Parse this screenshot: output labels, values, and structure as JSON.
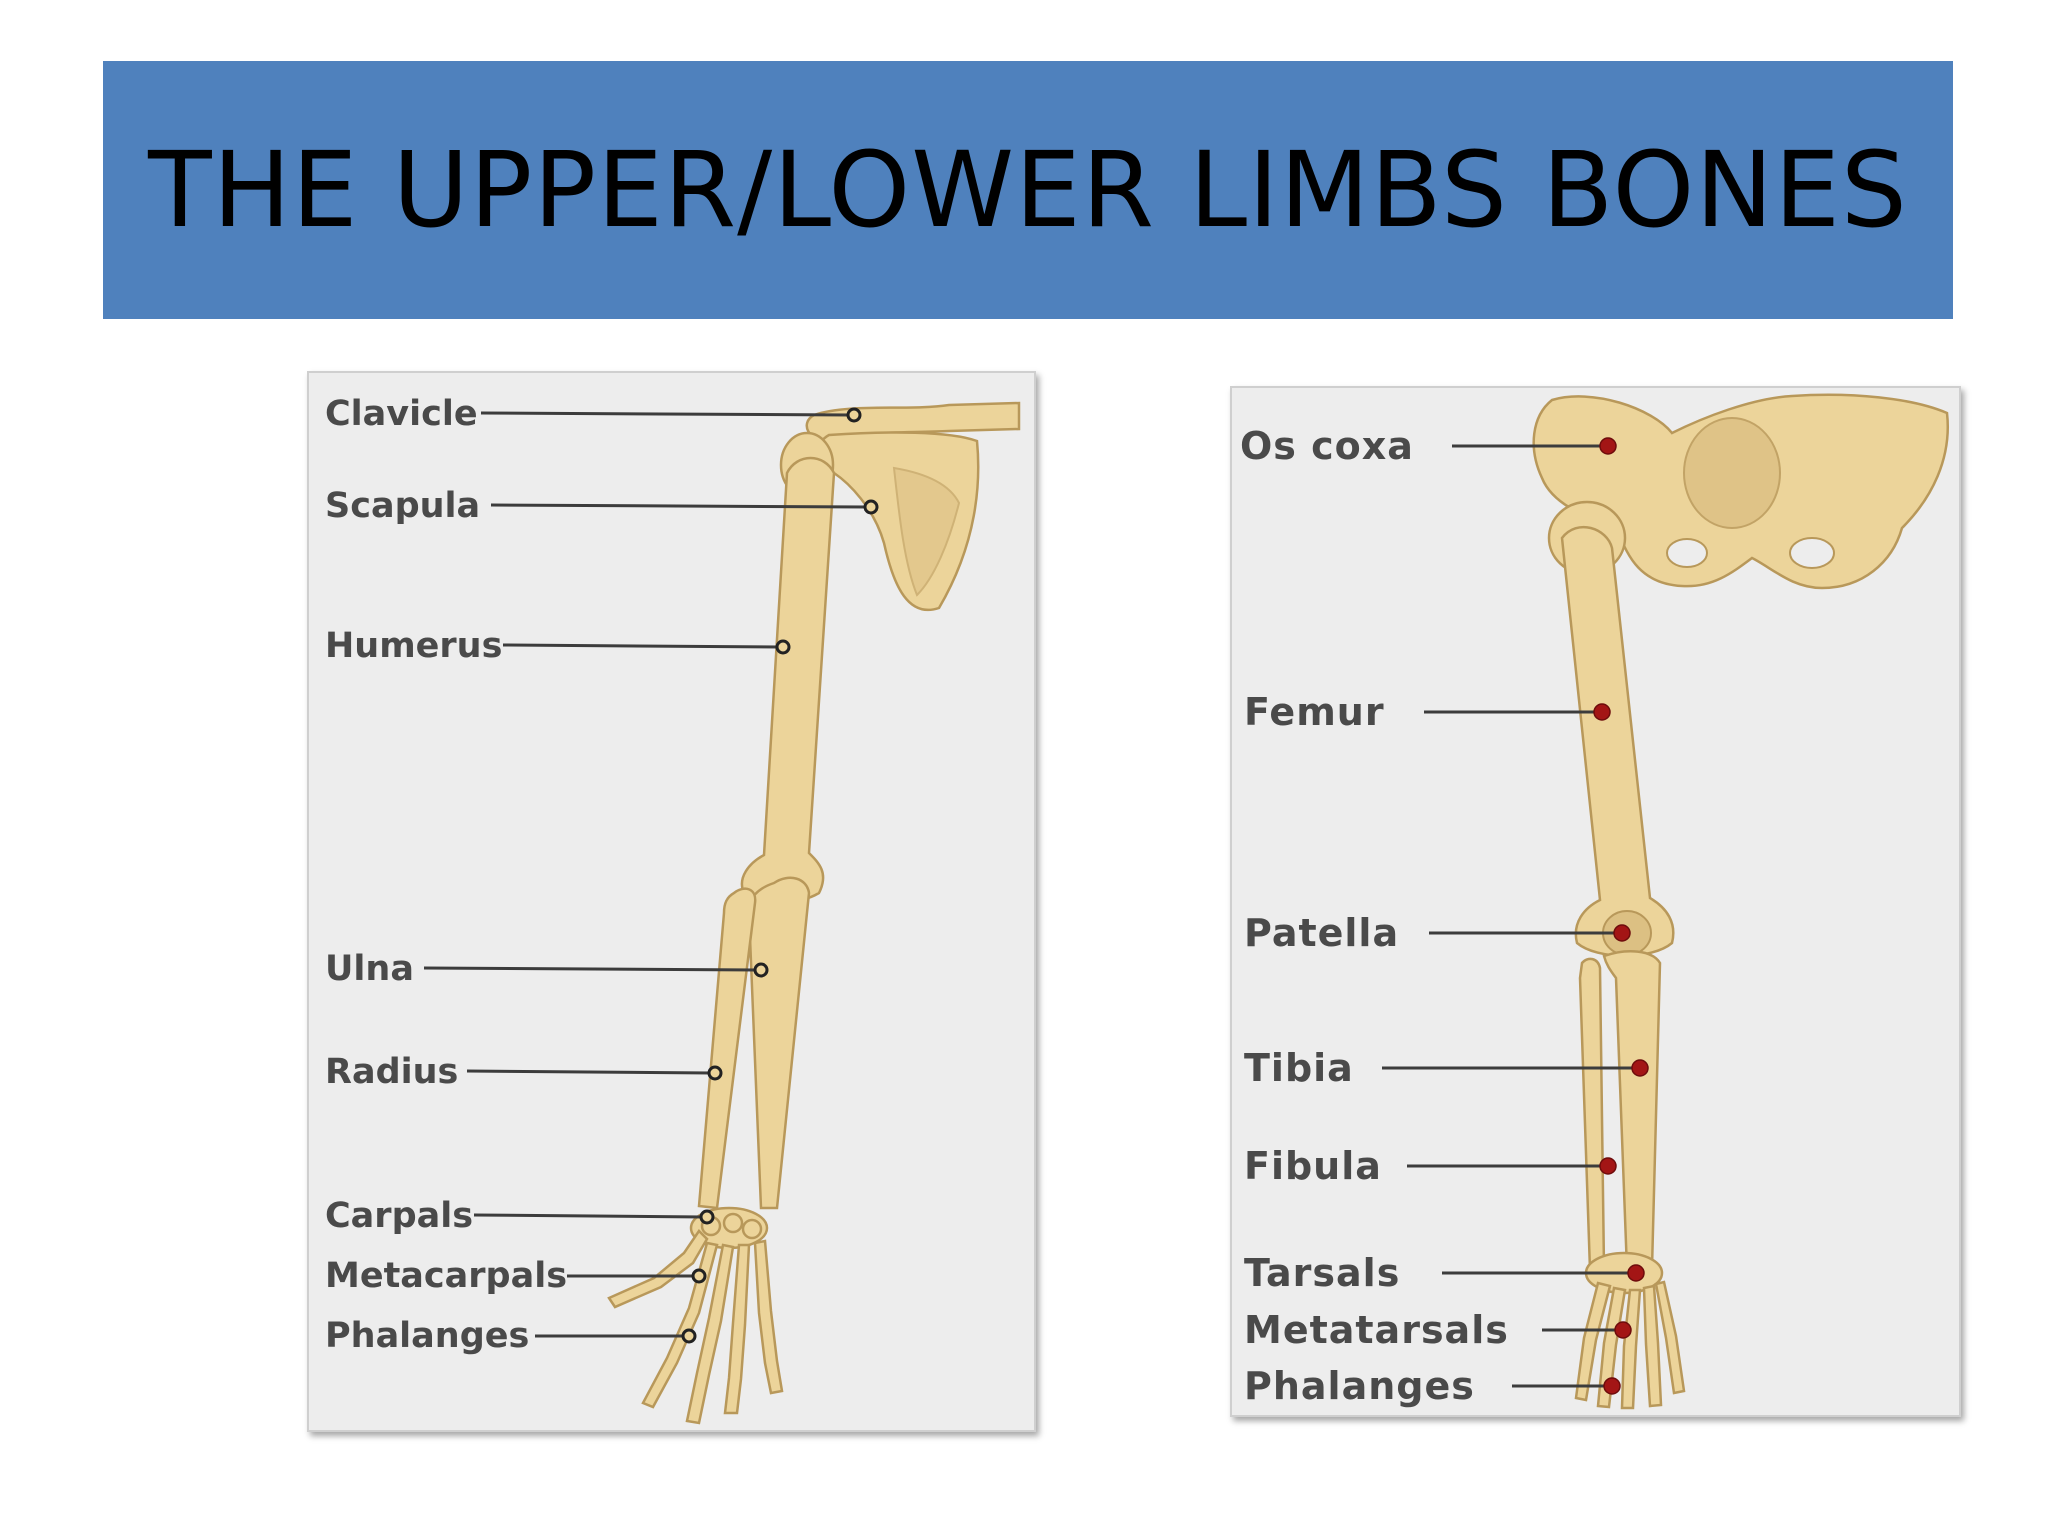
{
  "slide": {
    "title": "THE UPPER/LOWER LIMBS BONES"
  },
  "upper_limb": {
    "labels": [
      {
        "key": "clavicle",
        "text": "Clavicle"
      },
      {
        "key": "scapula",
        "text": "Scapula"
      },
      {
        "key": "humerus",
        "text": "Humerus"
      },
      {
        "key": "ulna",
        "text": "Ulna"
      },
      {
        "key": "radius",
        "text": "Radius"
      },
      {
        "key": "carpals",
        "text": "Carpals"
      },
      {
        "key": "metacarpals",
        "text": "Metacarpals"
      },
      {
        "key": "phalanges",
        "text": "Phalanges"
      }
    ]
  },
  "lower_limb": {
    "labels": [
      {
        "key": "os-coxa",
        "text": "Os coxa"
      },
      {
        "key": "femur",
        "text": "Femur"
      },
      {
        "key": "patella",
        "text": "Patella"
      },
      {
        "key": "tibia",
        "text": "Tibia"
      },
      {
        "key": "fibula",
        "text": "Fibula"
      },
      {
        "key": "tarsals",
        "text": "Tarsals"
      },
      {
        "key": "metatarsals",
        "text": "Metatarsals"
      },
      {
        "key": "phalanges",
        "text": "Phalanges"
      }
    ]
  },
  "colors": {
    "banner": "#4f81bd",
    "bone": "#ecd49a",
    "marker_leg": "#a31515"
  }
}
